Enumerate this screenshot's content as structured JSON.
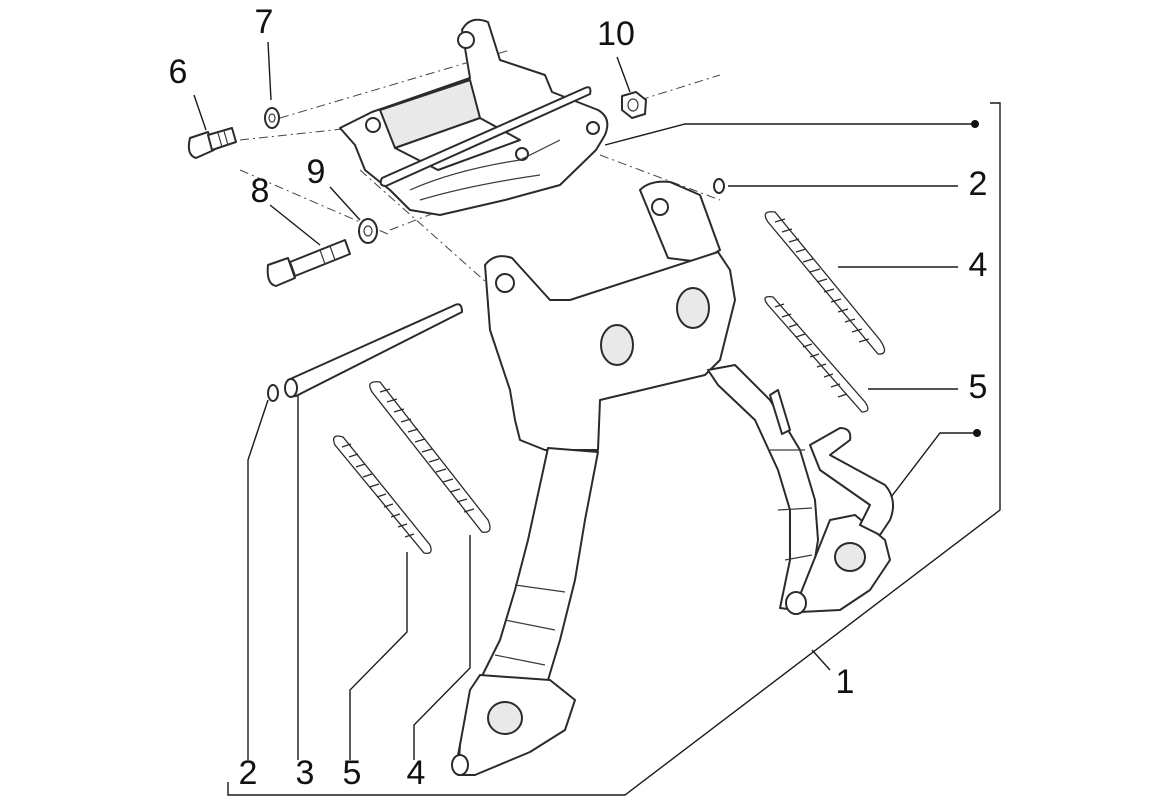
{
  "callouts": {
    "c1": "1",
    "c2_top": "2",
    "c2_bottom": "2",
    "c3": "3",
    "c4_top": "4",
    "c4_bottom": "4",
    "c5_top": "5",
    "c5_bottom": "5",
    "c6": "6",
    "c7": "7",
    "c8": "8",
    "c9": "9",
    "c10": "10"
  },
  "colors": {
    "line": "#2b2b2b",
    "background": "#ffffff"
  }
}
